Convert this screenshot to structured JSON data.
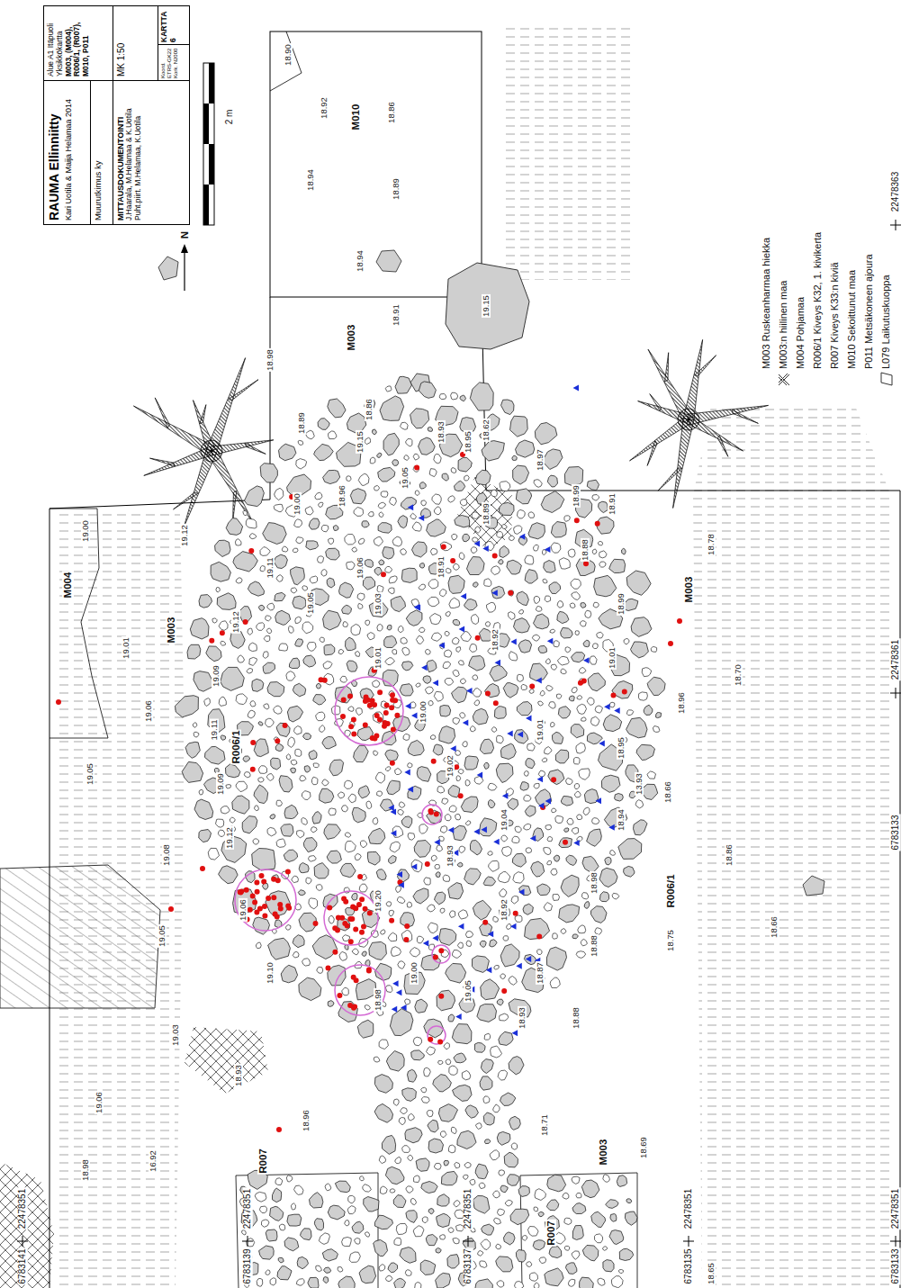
{
  "diagram": {
    "title": "RAUMA Ellinniitty",
    "nodes": [
      {
        "text": [
          "Kari Uotila & Maija Helamaa 2014"
        ]
      },
      {
        "text": [
          "Muurutkimus ky"
        ]
      },
      {
        "text": [
          "MITTAUSDOKUMENTOINTI",
          "J.Haarala, M.Helamaa & K.Uotila",
          "Puht.piirt. M.Helamaa, K.Uotila"
        ]
      },
      {
        "text": [
          "Alue A1 Itäpuoli",
          "Yksikkökartta",
          "M003, (M004), R006/1, (R007), M010, P011"
        ]
      },
      {
        "text": [
          "MK 1:50"
        ]
      },
      {
        "text": [
          "Koord. ETRS-GK22",
          "Kork. N2000"
        ]
      },
      {
        "text": [
          "KARTTA 6"
        ]
      }
    ],
    "labels": [
      "M004",
      "M003",
      "M003",
      "M010",
      "M003",
      "M003",
      "R006/1",
      "R006/1",
      "R007",
      "R007",
      "6783141",
      "22478351",
      "6783139",
      "22478351",
      "6783137",
      "22478351",
      "6783135",
      "22478351",
      "6783133",
      "22478351",
      "6783133",
      "22478361",
      "22478363",
      "2 m",
      "N",
      "19.00",
      "19.12",
      "19.01",
      "19.06",
      "19.05",
      "19.08",
      "19.05",
      "19.03",
      "19.06",
      "18.98",
      "16.92",
      "18.93",
      "18.96",
      "18.71",
      "18.69",
      "18.65",
      "18.75",
      "18.66",
      "18.86",
      "18.66",
      "18.70",
      "18.96",
      "18.78",
      "18.91",
      "18.90",
      "18.92",
      "18.94",
      "18.86",
      "18.89",
      "18.94",
      "18.91",
      "18.98",
      "18.89",
      "19.00",
      "18.86",
      "18.93",
      "18.62",
      "19.15",
      "19.05",
      "18.91",
      "19.11",
      "19.12",
      "19.09",
      "19.11",
      "19.09",
      "19.12",
      "19.06",
      "19.10",
      "18.98",
      "19.00",
      "19.05",
      "19.20",
      "18.93",
      "18.87",
      "18.88",
      "18.88",
      "18.98",
      "18.94",
      "13.93",
      "18.95",
      "19.01",
      "18.99",
      "18.88",
      "18.99",
      "18.97",
      "18.95",
      "19.05",
      "19.15",
      "18.96",
      "19.06",
      "19.03",
      "19.01",
      "19.00",
      "19.02",
      "19.04",
      "19.01",
      "18.92",
      "18.89",
      "18.93",
      "18.92"
    ],
    "legend": [
      {
        "text": "M003 Ruskeanharmaa hiekka"
      },
      {
        "text": "M003:n hiilinen maa"
      },
      {
        "text": "M004 Pohjamaa"
      },
      {
        "text": "R006/1 Kiveys K32, 1. kivikerta"
      },
      {
        "text": "R007 Kiveys K33:n kiviä"
      },
      {
        "text": "M010 Sekoittunut maa"
      },
      {
        "text": "P011 Metsäkoneen ajoura"
      },
      {
        "text": "L079 Laikutuskuoppa"
      }
    ]
  }
}
